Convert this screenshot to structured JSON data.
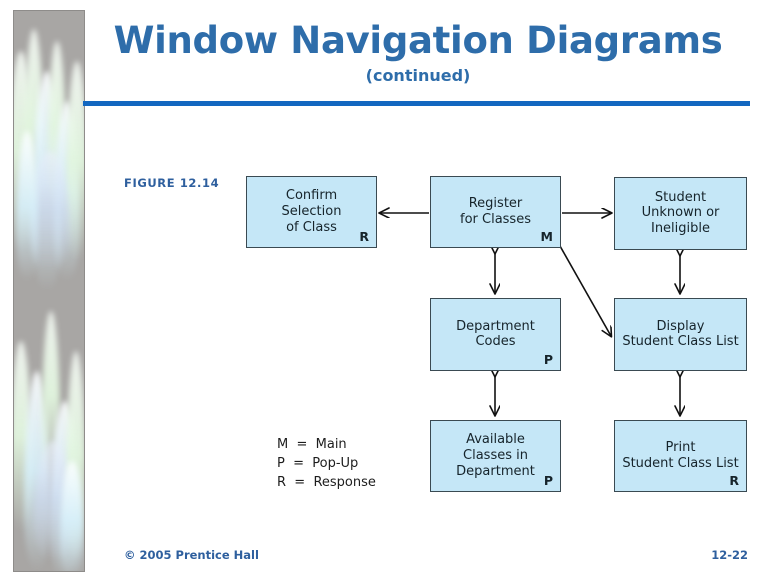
{
  "slide": {
    "title": "Window Navigation Diagrams",
    "subtitle": "(continued)",
    "figure_label": "FIGURE 12.14",
    "accent_color": "#1367c0",
    "title_color": "#2e6daa",
    "node_fill_color": "#c5e7f7",
    "node_border_color": "#3a4a52"
  },
  "footer": {
    "copyright": "© 2005  Prentice Hall",
    "page_number": "12-22"
  },
  "legend": {
    "lines": [
      {
        "key": "M",
        "equals": "=",
        "meaning": "Main"
      },
      {
        "key": "P",
        "equals": "=",
        "meaning": "Pop-Up"
      },
      {
        "key": "R",
        "equals": "=",
        "meaning": "Response"
      }
    ],
    "text": "M  =  Main\nP  =  Pop-Up\nR  =  Response"
  },
  "diagram": {
    "type": "window-navigation-diagram",
    "nodes": [
      {
        "id": "confirm",
        "label": "Confirm\nSelection\nof Class",
        "window_type": "R"
      },
      {
        "id": "register",
        "label": "Register\nfor Classes",
        "window_type": "M"
      },
      {
        "id": "unknown",
        "label": "Student\nUnknown or\nIneligible",
        "window_type": ""
      },
      {
        "id": "deptcode",
        "label": "Department\nCodes",
        "window_type": "P"
      },
      {
        "id": "display",
        "label": "Display\nStudent Class List",
        "window_type": ""
      },
      {
        "id": "avail",
        "label": "Available\nClasses in\nDepartment",
        "window_type": "P"
      },
      {
        "id": "print",
        "label": "Print\nStudent Class List",
        "window_type": "R"
      }
    ],
    "edges": [
      {
        "from": "register",
        "to": "confirm",
        "direction": "one-way",
        "orientation": "horizontal"
      },
      {
        "from": "register",
        "to": "unknown",
        "direction": "one-way",
        "orientation": "horizontal"
      },
      {
        "from": "register",
        "to": "display",
        "direction": "one-way",
        "orientation": "diagonal"
      },
      {
        "from": "register",
        "to": "deptcode",
        "direction": "two-way",
        "orientation": "vertical"
      },
      {
        "from": "unknown",
        "to": "display",
        "direction": "two-way",
        "orientation": "vertical"
      },
      {
        "from": "deptcode",
        "to": "avail",
        "direction": "two-way",
        "orientation": "vertical"
      },
      {
        "from": "display",
        "to": "print",
        "direction": "two-way",
        "orientation": "vertical"
      }
    ]
  }
}
